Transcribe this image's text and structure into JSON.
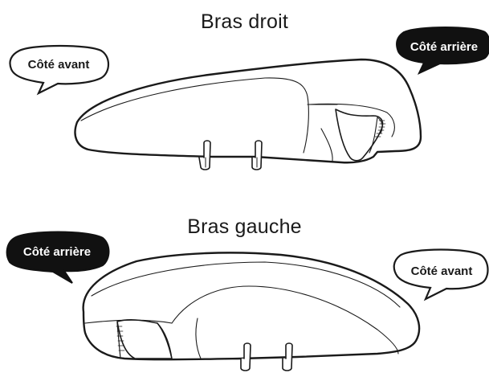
{
  "panels": [
    {
      "title": "Bras droit",
      "left_bubble": {
        "text": "Côté avant",
        "style": "outline"
      },
      "right_bubble": {
        "text": "Côté arrière",
        "style": "filled"
      }
    },
    {
      "title": "Bras gauche",
      "left_bubble": {
        "text": "Côté arrière",
        "style": "filled"
      },
      "right_bubble": {
        "text": "Côté avant",
        "style": "outline"
      }
    }
  ],
  "colors": {
    "line": "#1a1a1a",
    "fill": "#ffffff",
    "filled_bubble": "#111111",
    "filled_text": "#ffffff"
  }
}
